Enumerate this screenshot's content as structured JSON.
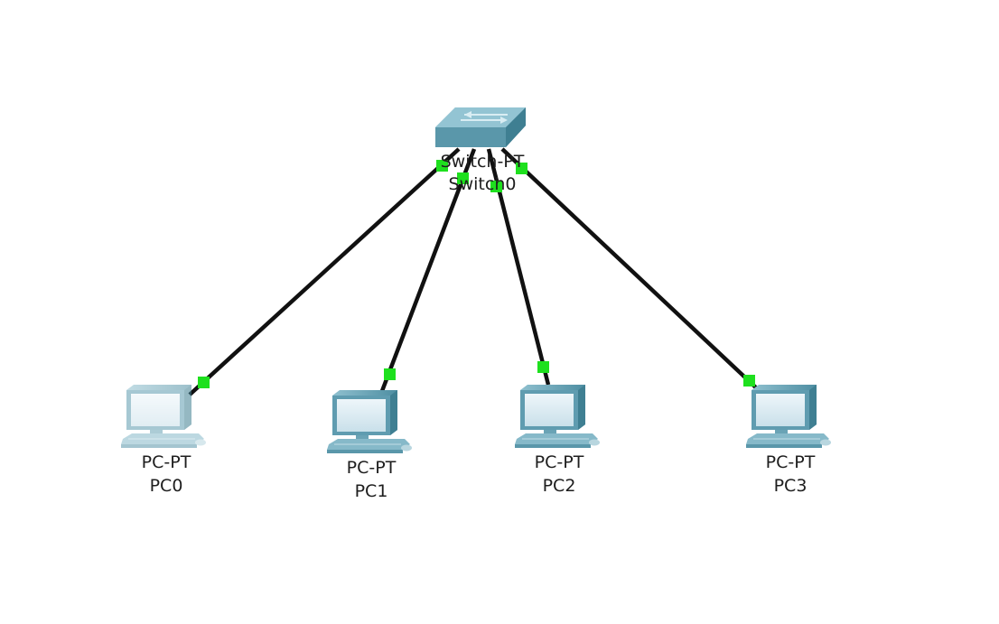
{
  "colors": {
    "cable": "#111111",
    "link_up": "#1ee01e",
    "device_teal": "#6aa3b5",
    "device_dark": "#3f7f92",
    "screen": "#dcecf3"
  },
  "devices": {
    "switch0": {
      "model": "Switch-PT",
      "name": "Switch0",
      "icon": "switch-icon"
    },
    "pc0": {
      "model": "PC-PT",
      "name": "PC0",
      "icon": "pc-icon"
    },
    "pc1": {
      "model": "PC-PT",
      "name": "PC1",
      "icon": "pc-icon"
    },
    "pc2": {
      "model": "PC-PT",
      "name": "PC2",
      "icon": "pc-icon"
    },
    "pc3": {
      "model": "PC-PT",
      "name": "PC3",
      "icon": "pc-icon"
    }
  },
  "links": [
    {
      "from": "switch0",
      "to": "pc0",
      "status": "up"
    },
    {
      "from": "switch0",
      "to": "pc1",
      "status": "up"
    },
    {
      "from": "switch0",
      "to": "pc2",
      "status": "up"
    },
    {
      "from": "switch0",
      "to": "pc3",
      "status": "up"
    }
  ]
}
